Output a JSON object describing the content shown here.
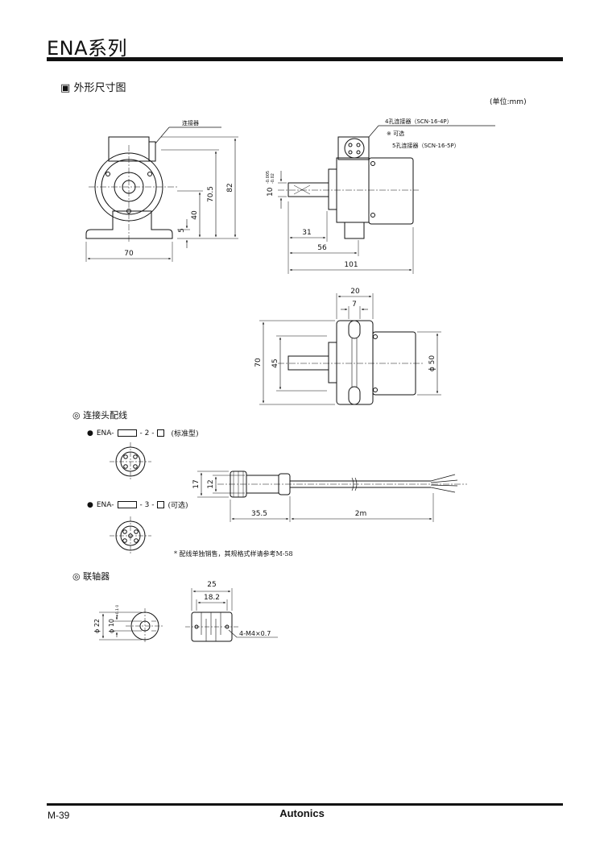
{
  "header": {
    "title": "ENA系列"
  },
  "sections": {
    "dimensions": {
      "marker": "▣",
      "label": "外形尺寸图",
      "unit": "(单位:mm)"
    },
    "connector": {
      "marker": "◎",
      "label": "连接头配线"
    },
    "coupling": {
      "marker": "◎",
      "label": "联轴器"
    }
  },
  "front_view": {
    "connector_label": "连接器",
    "dims": {
      "w": "70",
      "h1": "82",
      "h2": "70.5",
      "h3": "40",
      "h4": "5"
    }
  },
  "side_view": {
    "label_4p": "4孔连接器（SCN-16-4P）",
    "optional": "※ 可选",
    "label_5p": "5孔连接器（SCN-16-5P）",
    "shaft": "10",
    "shaft_tol_top": "-0.005",
    "shaft_tol_bottom": "-0.02",
    "dims": {
      "a": "31",
      "b": "56",
      "c": "101"
    }
  },
  "top_view": {
    "dims": {
      "a": "20",
      "b": "7",
      "c": "70",
      "d": "45",
      "e": "ϕ 50"
    }
  },
  "wiring": {
    "item1": {
      "bullet": "●",
      "prefix": "ENA-",
      "mid": "- 2 -",
      "suffix": "(标准型)"
    },
    "item2": {
      "bullet": "●",
      "prefix": "ENA-",
      "mid": "- 3 -",
      "suffix": "(可选)"
    },
    "cable_dims": {
      "h1": "17",
      "h2": "12",
      "l1": "35.5",
      "l2": "2m"
    },
    "note": "* 配线单独销售，其规格式样请参考M-58"
  },
  "coupling_drawing": {
    "dims": {
      "w1": "25",
      "w2": "18.2",
      "d1": "ϕ 22",
      "d2": "ϕ 10",
      "d2_tol": "+0.1 0",
      "screw": "4-M4×0.7"
    }
  },
  "footer": {
    "page": "M-39",
    "brand": "Autonics"
  }
}
